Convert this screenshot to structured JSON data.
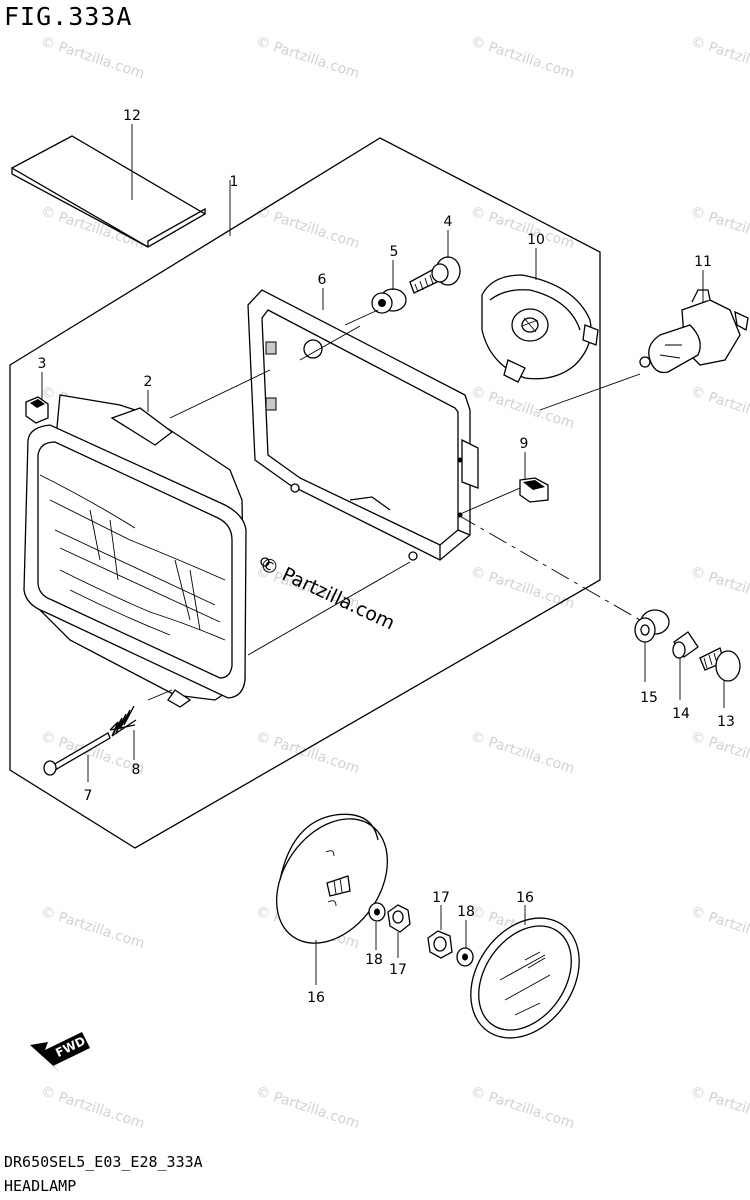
{
  "figure": {
    "title": "FIG.333A",
    "model_code": "DR650SEL5_E03_E28_333A",
    "part_name": "HEADLAMP"
  },
  "watermark": {
    "text": "© Partzilla.com",
    "center_text": "© Partzilla.com",
    "color": "#d2d2d2"
  },
  "fwd_arrow": {
    "label": "FWD"
  },
  "callouts": {
    "c1": "1",
    "c2": "2",
    "c3": "3",
    "c4": "4",
    "c5": "5",
    "c6": "6",
    "c7": "7",
    "c8": "8",
    "c9": "9",
    "c10": "10",
    "c11": "11",
    "c12": "12",
    "c13": "13",
    "c14": "14",
    "c15": "15",
    "c16a": "16",
    "c16b": "16",
    "c17a": "17",
    "c17b": "17",
    "c18a": "18",
    "c18b": "18"
  }
}
